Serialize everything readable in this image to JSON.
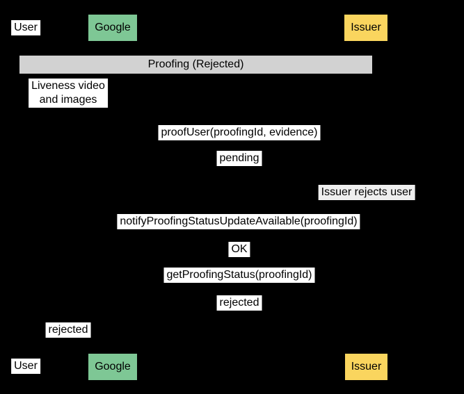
{
  "diagram": {
    "type": "sequence-diagram",
    "fragment": {
      "title": "Proofing (Rejected)"
    },
    "actors": {
      "user": "User",
      "google": "Google",
      "issuer": "Issuer"
    },
    "messages": {
      "liveness_evidence": "Liveness video\nand images",
      "proof_user": "proofUser(proofingId, evidence)",
      "pending": "pending",
      "issuer_rejects": "Issuer rejects user",
      "notify_status_update": "notifyProofingStatusUpdateAvailable(proofingId)",
      "ok": "OK",
      "get_proofing_status": "getProofingStatus(proofingId)",
      "rejected_response": "rejected",
      "rejected_to_user": "rejected"
    },
    "colors": {
      "background": "#000000",
      "google_actor_fill": "#7EC795",
      "issuer_actor_fill": "#FAD55E",
      "fragment_bar_fill": "#D2D2D2",
      "message_label_bg": "#FFFFFF",
      "note_label_bg": "#EFEFEF",
      "text": "#000000"
    }
  }
}
